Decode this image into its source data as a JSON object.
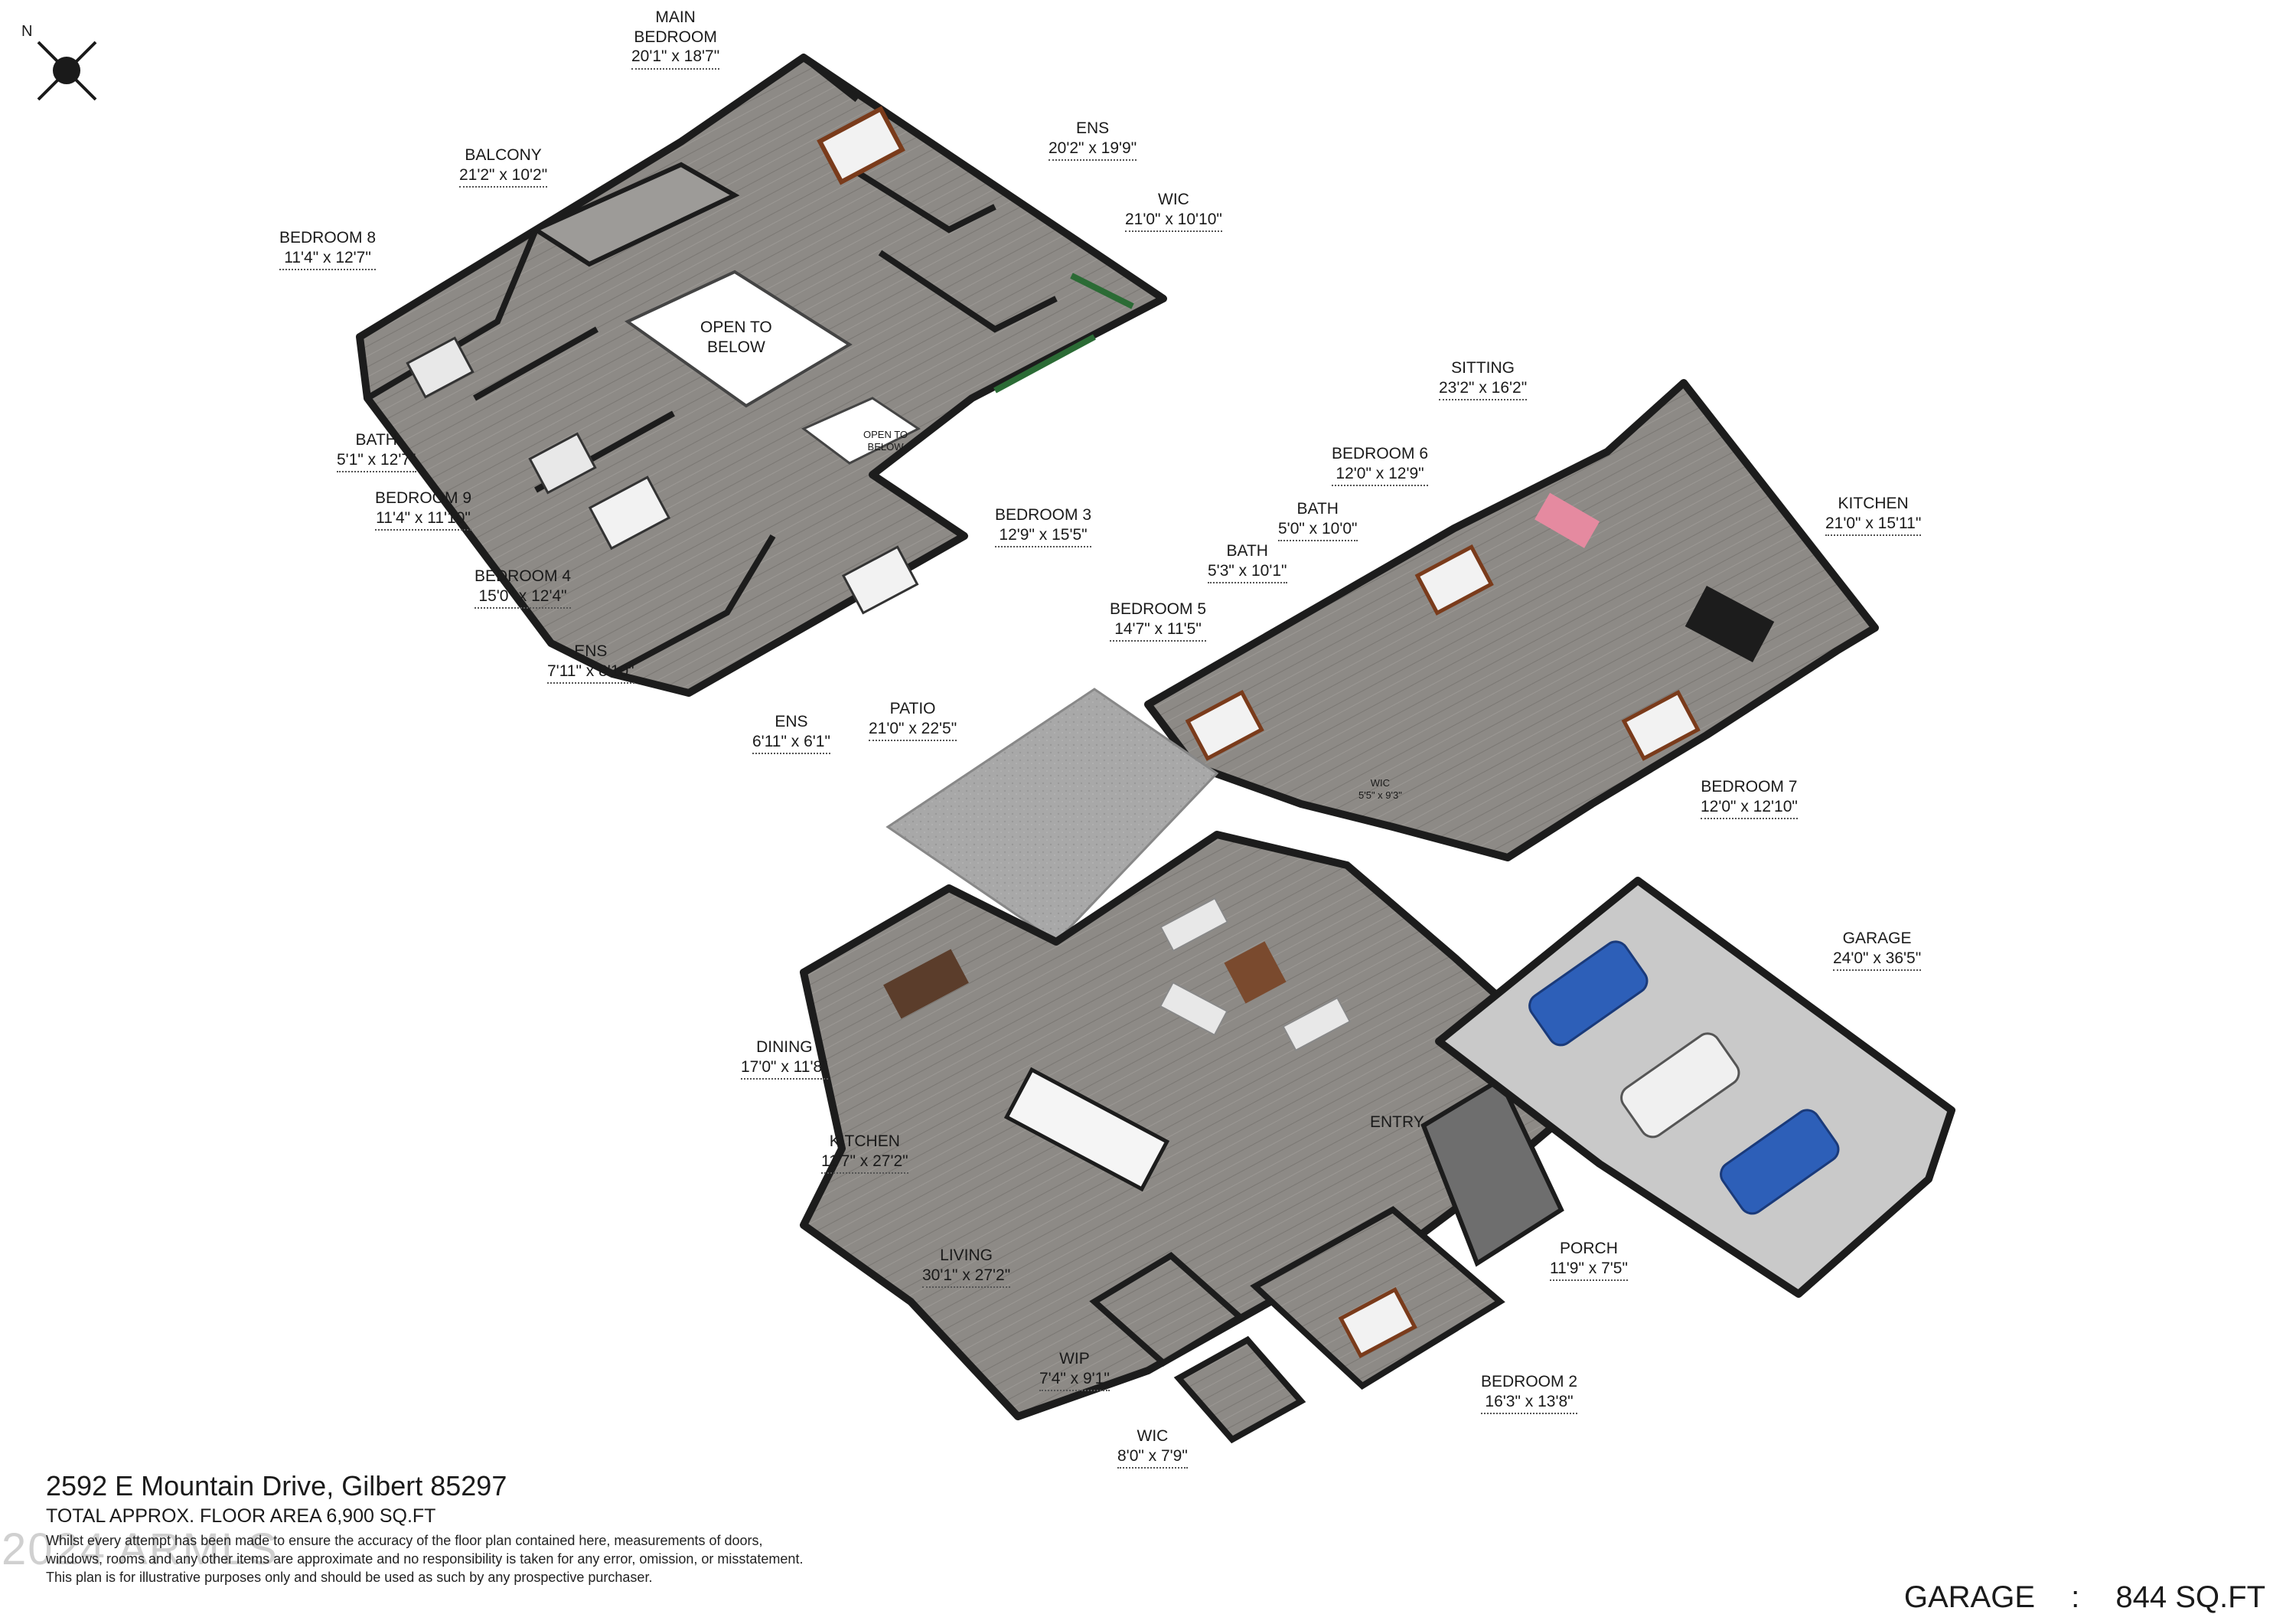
{
  "compass": {
    "label": "N"
  },
  "rooms": [
    {
      "id": "main-bedroom",
      "lines": [
        "MAIN",
        "BEDROOM"
      ],
      "dims": "20'1\" x 18'7\""
    },
    {
      "id": "balcony",
      "lines": [
        "BALCONY"
      ],
      "dims": "21'2\" x 10'2\""
    },
    {
      "id": "ens-upper-main",
      "lines": [
        "ENS"
      ],
      "dims": "20'2\" x 19'9\""
    },
    {
      "id": "wic-upper",
      "lines": [
        "WIC"
      ],
      "dims": "21'0\" x 10'10\""
    },
    {
      "id": "bedroom-8",
      "lines": [
        "BEDROOM 8"
      ],
      "dims": "11'4\" x 12'7\""
    },
    {
      "id": "open-to-below-1",
      "lines": [
        "OPEN TO",
        "BELOW"
      ],
      "dims": ""
    },
    {
      "id": "open-to-below-2",
      "lines": [
        "OPEN TO",
        "BELOW"
      ],
      "dims": ""
    },
    {
      "id": "bath-upper",
      "lines": [
        "BATH"
      ],
      "dims": "5'1\" x 12'7\""
    },
    {
      "id": "bedroom-9",
      "lines": [
        "BEDROOM 9"
      ],
      "dims": "11'4\" x 11'10\""
    },
    {
      "id": "bedroom-4",
      "lines": [
        "BEDROOM 4"
      ],
      "dims": "15'0\" x 12'4\""
    },
    {
      "id": "bedroom-3",
      "lines": [
        "BEDROOM 3"
      ],
      "dims": "12'9\" x 15'5\""
    },
    {
      "id": "ens-1",
      "lines": [
        "ENS"
      ],
      "dims": "7'11\" x 8'10\""
    },
    {
      "id": "ens-2",
      "lines": [
        "ENS"
      ],
      "dims": "6'11\" x 6'1\""
    },
    {
      "id": "sitting",
      "lines": [
        "SITTING"
      ],
      "dims": "23'2\" x 16'2\""
    },
    {
      "id": "bedroom-6",
      "lines": [
        "BEDROOM 6"
      ],
      "dims": "12'0\" x 12'9\""
    },
    {
      "id": "bath-1",
      "lines": [
        "BATH"
      ],
      "dims": "5'0\" x 10'0\""
    },
    {
      "id": "bath-2",
      "lines": [
        "BATH"
      ],
      "dims": "5'3\" x 10'1\""
    },
    {
      "id": "kitchen-upper",
      "lines": [
        "KITCHEN"
      ],
      "dims": "21'0\" x 15'11\""
    },
    {
      "id": "bedroom-5",
      "lines": [
        "BEDROOM 5"
      ],
      "dims": "14'7\" x 11'5\""
    },
    {
      "id": "wic-small",
      "lines": [
        "WIC"
      ],
      "dims": "5'5\" x 9'3\""
    },
    {
      "id": "bedroom-7",
      "lines": [
        "BEDROOM 7"
      ],
      "dims": "12'0\" x 12'10\""
    },
    {
      "id": "patio",
      "lines": [
        "PATIO"
      ],
      "dims": "21'0\" x 22'5\""
    },
    {
      "id": "garage",
      "lines": [
        "GARAGE"
      ],
      "dims": "24'0\" x 36'5\""
    },
    {
      "id": "dining",
      "lines": [
        "DINING"
      ],
      "dims": "17'0\" x 11'8\""
    },
    {
      "id": "entry",
      "lines": [
        "ENTRY"
      ],
      "dims": ""
    },
    {
      "id": "kitchen-main",
      "lines": [
        "KITCHEN"
      ],
      "dims": "11'7\" x 27'2\""
    },
    {
      "id": "porch",
      "lines": [
        "PORCH"
      ],
      "dims": "11'9\" x 7'5\""
    },
    {
      "id": "living",
      "lines": [
        "LIVING"
      ],
      "dims": "30'1\" x 27'2\""
    },
    {
      "id": "wip",
      "lines": [
        "WIP"
      ],
      "dims": "7'4\" x 9'1\""
    },
    {
      "id": "bedroom-2",
      "lines": [
        "BEDROOM 2"
      ],
      "dims": "16'3\" x 13'8\""
    },
    {
      "id": "wic-lower",
      "lines": [
        "WIC"
      ],
      "dims": "8'0\" x 7'9\""
    }
  ],
  "footer": {
    "address": "2592 E Mountain Drive, Gilbert 85297",
    "area": "TOTAL APPROX. FLOOR AREA 6,900 SQ.FT",
    "disclaimer_1": "Whilst every attempt has been made to ensure the accuracy of the floor plan contained here, measurements of doors,",
    "disclaimer_2": "windows, rooms and any other items are approximate and no responsibility is taken for any error, omission, or misstatement.",
    "disclaimer_3": "This plan is for illustrative purposes only and should be used as such by any prospective purchaser."
  },
  "watermark": "2024 ARMLS",
  "garage_summary": {
    "label": "GARAGE",
    "sep": ":",
    "value": "844 SQ.FT"
  },
  "colors": {
    "floor": "#8c8a87",
    "wall_top": "#1c1c1c",
    "wall_face": "#f4f4f4",
    "patio": "#a6a6a6",
    "garage_floor": "#c9c9c9",
    "car_blue": "#2d5fb8",
    "car_white": "#f0f0f0",
    "sofa_pink": "#e58aa0"
  }
}
